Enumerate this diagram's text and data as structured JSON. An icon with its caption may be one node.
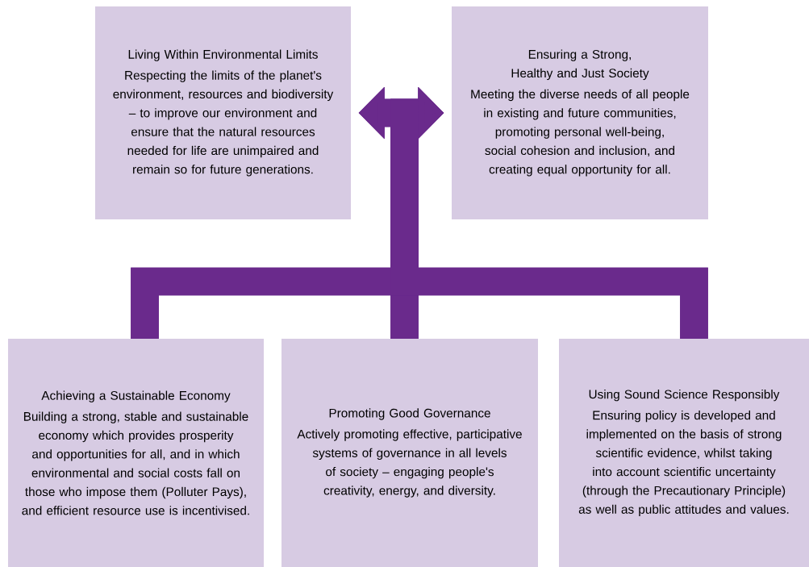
{
  "diagram": {
    "nodes": [
      {
        "text": [
          "Living Within Environmental Limits",
          "Respecting the limits of the planet's environment, resources and biodiversity – to improve our environment and ensure that the natural resources needed for life are unimpaired and remain so for future generations."
        ]
      },
      {
        "text": [
          "Ensuring a Strong, Healthy and Just Society",
          "Meeting the diverse needs of all people in existing and future communities, promoting personal well-being, social cohesion and inclusion, and creating equal opportunity for all."
        ]
      },
      {
        "text": [
          "Achieving a Sustainable Economy",
          "Building a strong, stable and sustainable economy which provides prosperity and opportunities for all, and in which environmental and social costs fall on those who impose them (Polluter Pays), and efficient resource use is incentivised."
        ]
      },
      {
        "text": [
          "Promoting Good Governance",
          "Actively promoting effective, participative systems of governance in all levels of society – engaging people's creativity, energy, and diversity."
        ]
      },
      {
        "text": [
          "Using Sound Science Responsibly",
          "Ensuring policy is developed and implemented on the basis of strong scientific evidence, whilst taking into account scientific uncertainty (through the Precautionary Principle) as well as public attitudes and values."
        ]
      }
    ],
    "edges": [
      {
        "from": 2,
        "to": 0,
        "arrow": "to"
      },
      {
        "from": 2,
        "to": 1,
        "arrow": "to"
      },
      {
        "from": 3,
        "to": 0,
        "arrow": "to"
      },
      {
        "from": 3,
        "to": 1,
        "arrow": "to"
      },
      {
        "from": 4,
        "to": 0,
        "arrow": "to"
      },
      {
        "from": 4,
        "to": 1,
        "arrow": "to"
      }
    ]
  }
}
